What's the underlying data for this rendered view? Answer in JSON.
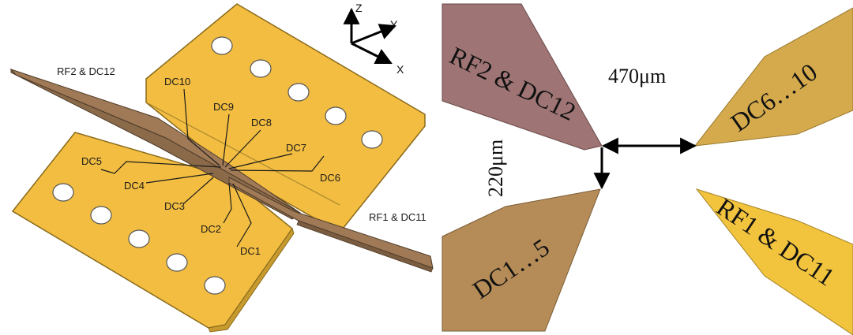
{
  "colors": {
    "gold": "#f2bd41",
    "gold_edge": "#8a6b1c",
    "brown_plate": "#a07a56",
    "rf2_tip": "#9e7474",
    "dc6_tip": "#d4aa4c",
    "dc1_tip": "#b58c58",
    "rf1_tip": "#f2c43e"
  },
  "left_panel": {
    "axes": {
      "z": "Z",
      "y": "Y",
      "x": "X"
    },
    "labels": {
      "rf2": "RF2 & DC12",
      "rf1": "RF1 & DC11",
      "dc1": "DC1",
      "dc2": "DC2",
      "dc3": "DC3",
      "dc4": "DC4",
      "dc5": "DC5",
      "dc6": "DC6",
      "dc7": "DC7",
      "dc8": "DC8",
      "dc9": "DC9",
      "dc10": "DC10"
    }
  },
  "right_panel": {
    "tips": {
      "rf2": "RF2 & DC12",
      "dc6_10": "DC6…10",
      "dc1_5": "DC1…5",
      "rf1": "RF1 & DC11"
    },
    "dimensions": {
      "horizontal": "470μm",
      "vertical": "220μm"
    }
  }
}
